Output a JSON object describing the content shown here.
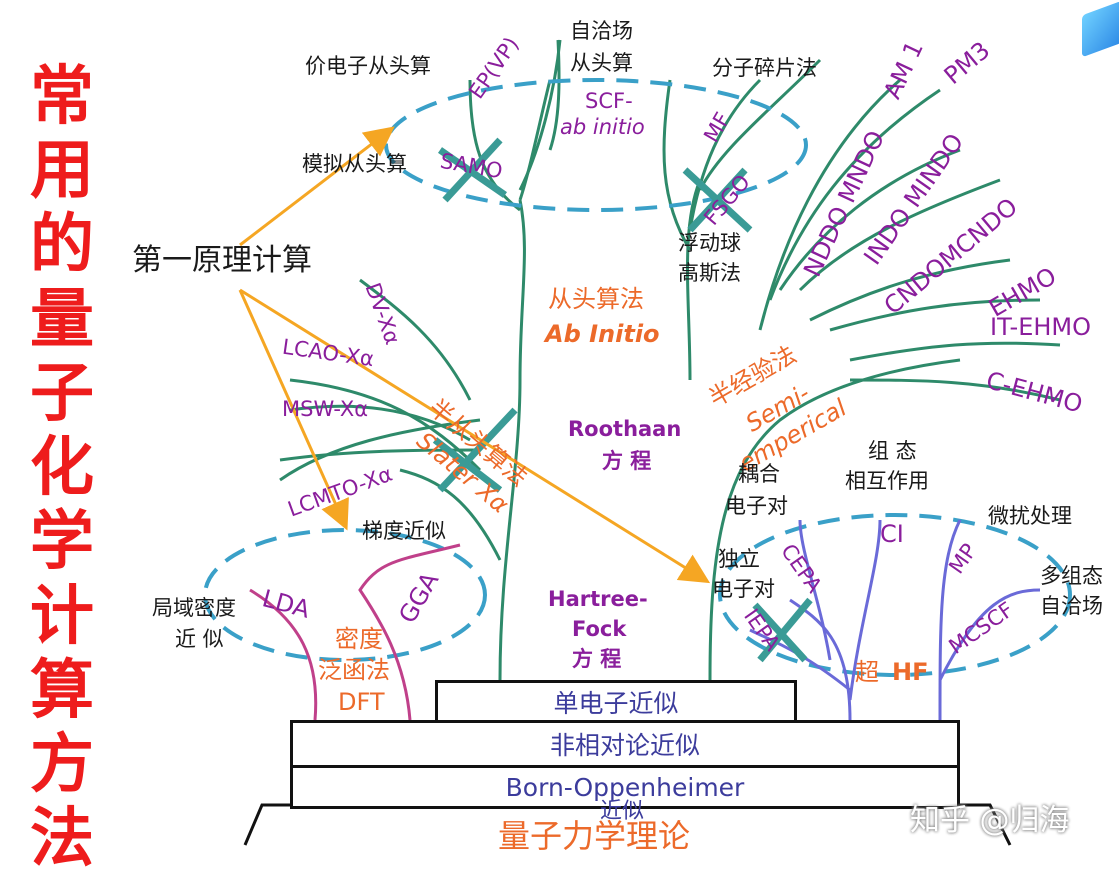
{
  "title_chars": [
    "常",
    "用",
    "的",
    "量",
    "子",
    "化",
    "学",
    "计",
    "算",
    "方",
    "法"
  ],
  "main_label": "第一原理计算",
  "ab_initio": {
    "zh": "从头算法",
    "en": "Ab Initio"
  },
  "semi": {
    "zh": "半经验法",
    "en1": "Semi-",
    "en2": "emperical"
  },
  "slater": {
    "zh": "半从头算法",
    "en": "Slater Xα"
  },
  "roothaan": {
    "l1": "Roothaan",
    "l2": "方 程"
  },
  "hartree": {
    "l1": "Hartree-",
    "l2": "Fock",
    "l3": "方 程"
  },
  "dft": {
    "l1": "密度",
    "l2": "泛函法",
    "l3": "DFT"
  },
  "super_hf": {
    "zh": "超",
    "en": "HF"
  },
  "top_labels": {
    "valence": "价电子从头算",
    "scf_zh1": "自洽场",
    "scf_zh2": "从头算",
    "fragment": "分子碎片法",
    "mimic": "模拟从头算",
    "floating1": "浮动球",
    "floating2": "高斯法"
  },
  "top_methods": {
    "ep": "EP(VP)",
    "scf1": "SCF-",
    "scf2": "ab initio",
    "mf": "MF",
    "samo": "SAMO",
    "fsgo": "FSGO"
  },
  "semi_methods": [
    "NDDO MNDO",
    "AM 1",
    "PM3",
    "INDO MINDO",
    "CNDOMCNDO",
    "EHMO",
    "IT-EHMO",
    "C-EHMO"
  ],
  "xa_methods": [
    "DV-Xα",
    "LCAO-Xα",
    "MSW-Xα",
    "LCMTO-Xα"
  ],
  "dft_labels": {
    "gradient": "梯度近似",
    "local1": "局域密度",
    "local2": "近 似",
    "lda": "LDA",
    "gga": "GGA"
  },
  "hf_labels": {
    "pair1": "耦合",
    "pair2": "电子对",
    "group1": "组 态",
    "group2": "相互作用",
    "pert": "微扰处理",
    "ind1": "独立",
    "ind2": "电子对",
    "multi1": "多组态",
    "multi2": "自洽场",
    "cepa": "CEPA",
    "ci": "CI",
    "mp": "MP",
    "iepa": "IEPA",
    "mcscf": "MCSCF"
  },
  "base": {
    "single": "单电子近似",
    "nonrel": "非相对论近似",
    "bo": "Born-Oppenheimer",
    "bo2": "近似",
    "qm": "量子力学理论"
  },
  "watermark": "知乎 @归海",
  "colors": {
    "title": "#ee1c1c",
    "branch": "#2e8a6a",
    "dash": "#3aa0c8",
    "arrow": "#f5a623",
    "purple": "#8a1e9c",
    "orange": "#ec6a2a",
    "dft": "#c0408a",
    "hf": "#6a6ad8"
  }
}
